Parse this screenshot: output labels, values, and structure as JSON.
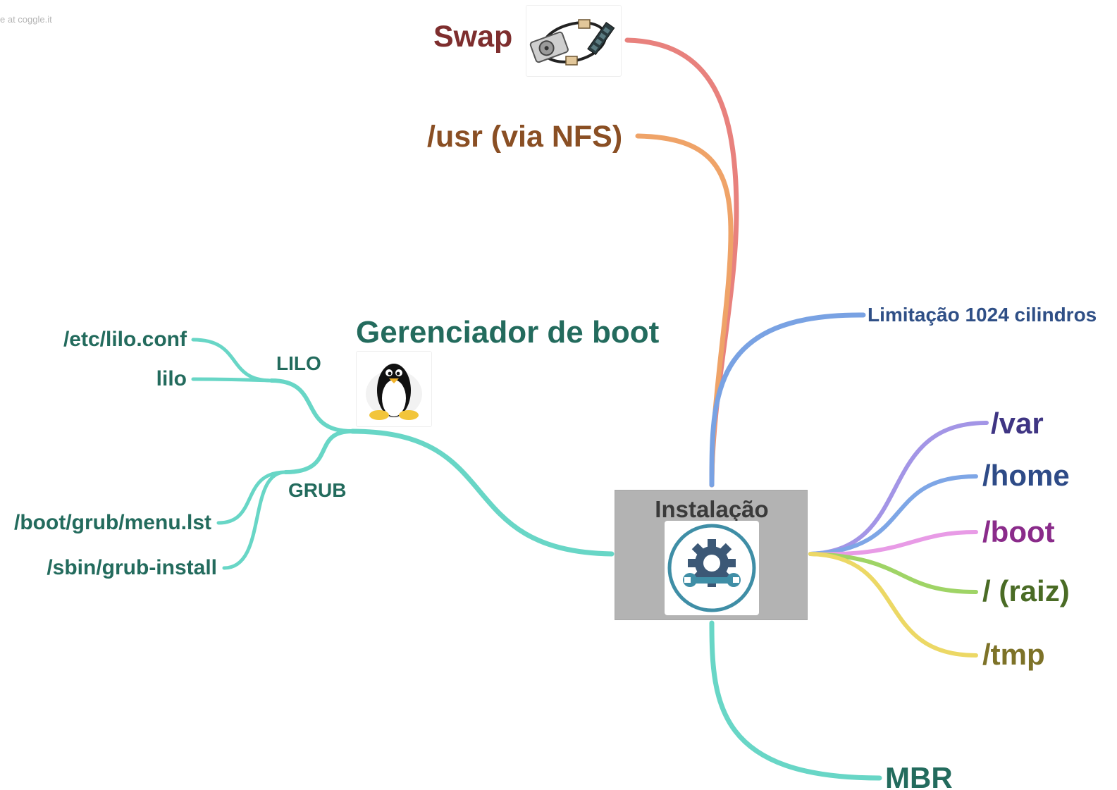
{
  "watermark": "e at coggle.it",
  "center": {
    "label": "Instalação",
    "icon": "gear-wrench-icon"
  },
  "branches": {
    "swap": {
      "label": "Swap",
      "color": "#e8817d",
      "text_color": "#7e2e2e",
      "icon": "hard-disk-ram-swap-icon"
    },
    "usr": {
      "label": "/usr (via NFS)",
      "color": "#efa368",
      "text_color": "#8a4f24"
    },
    "limitacao": {
      "label": "Limitação 1024 cilindros",
      "color": "#79a2e3",
      "text_color": "#2f4f86"
    },
    "var": {
      "label": "/var",
      "color": "#a395e6",
      "text_color": "#3f3583"
    },
    "home": {
      "label": "/home",
      "color": "#7ea6e6",
      "text_color": "#2e4b87"
    },
    "boot": {
      "label": "/boot",
      "color": "#e89be6",
      "text_color": "#8a2b8a"
    },
    "raiz": {
      "label": "/ (raiz)",
      "color": "#9fd466",
      "text_color": "#4a6b25"
    },
    "tmp": {
      "label": "/tmp",
      "color": "#ecd865",
      "text_color": "#7d7228"
    },
    "mbr": {
      "label": "MBR",
      "color": "#68d6c6",
      "text_color": "#236b5d"
    },
    "gerenciador": {
      "label": "Gerenciador de boot",
      "color": "#68d6c6",
      "text_color": "#236b5d",
      "icon": "tux-penguin-icon",
      "lilo": {
        "label": "LILO",
        "children": [
          "/etc/lilo.conf",
          "lilo"
        ]
      },
      "grub": {
        "label": "GRUB",
        "children": [
          "/boot/grub/menu.lst",
          "/sbin/grub-install"
        ]
      }
    }
  }
}
